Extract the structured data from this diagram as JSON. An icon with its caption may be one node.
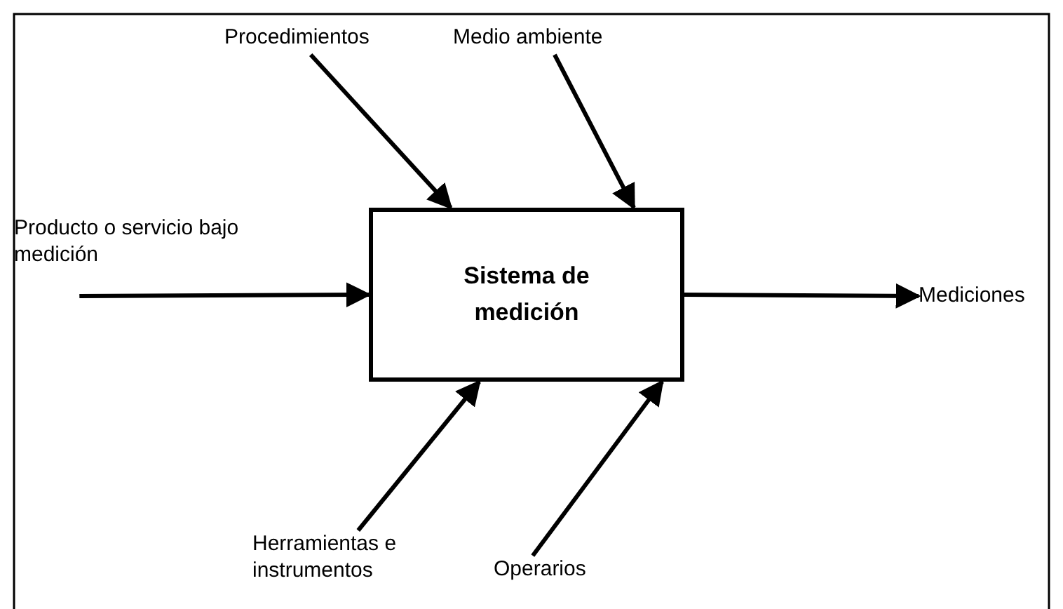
{
  "diagram": {
    "nodes": [
      {
        "text": [
          "Procedimientos"
        ]
      },
      {
        "text": [
          "Medio ambiente"
        ]
      },
      {
        "text": [
          "Producto o servicio bajo medición"
        ]
      },
      {
        "text": [
          "Sistema de medición"
        ]
      },
      {
        "text": [
          "Mediciones"
        ]
      },
      {
        "text": [
          "Herramientas e instrumentos"
        ]
      },
      {
        "text": [
          "Operarios"
        ]
      }
    ],
    "edges": [
      {
        "from": 0,
        "to": 3,
        "arrow": "to"
      },
      {
        "from": 1,
        "to": 3,
        "arrow": "to"
      },
      {
        "from": 2,
        "to": 3,
        "arrow": "to"
      },
      {
        "from": 3,
        "to": 4,
        "arrow": "to"
      },
      {
        "from": 5,
        "to": 3,
        "arrow": "to"
      },
      {
        "from": 6,
        "to": 3,
        "arrow": "to"
      }
    ]
  }
}
